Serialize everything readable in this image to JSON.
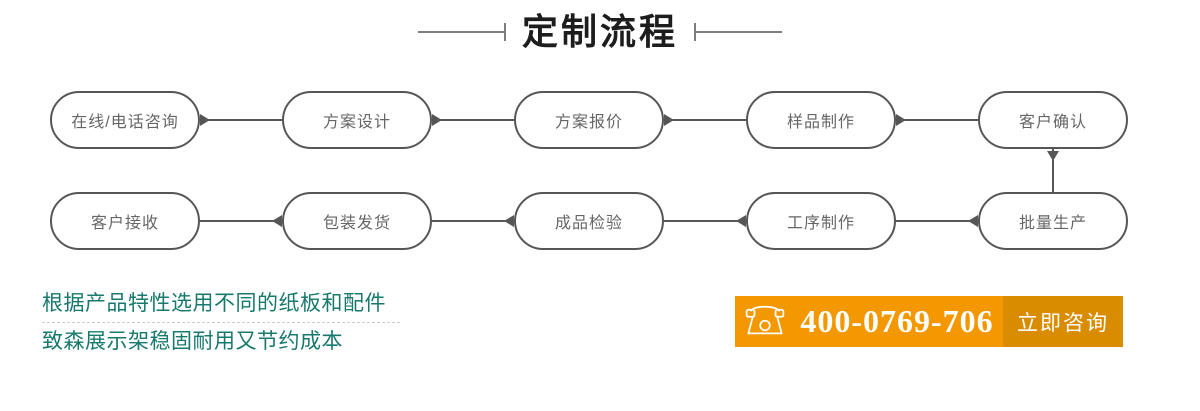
{
  "title": {
    "text": "定制流程"
  },
  "flow": {
    "row1": [
      {
        "label": "在线/电话咨询"
      },
      {
        "label": "方案设计"
      },
      {
        "label": "方案报价"
      },
      {
        "label": "样品制作"
      },
      {
        "label": "客户确认"
      }
    ],
    "row2": [
      {
        "label": "客户接收"
      },
      {
        "label": "包装发货"
      },
      {
        "label": "成品检验"
      },
      {
        "label": "工序制作"
      },
      {
        "label": "批量生产"
      }
    ],
    "direction_row1": "left-to-right",
    "direction_row2": "right-to-left"
  },
  "promo": {
    "line1": "根据产品特性选用不同的纸板和配件",
    "line2": "致森展示架稳固耐用又节约成本"
  },
  "contact": {
    "icon": "telephone-icon",
    "phone": "400-0769-706",
    "cta": "立即咨询"
  },
  "colors": {
    "flow_stroke": "#565656",
    "pill_text": "#666666",
    "title_text": "#1d1d1d",
    "promo_text": "#17796d",
    "banner_orange": "#f39800",
    "banner_orange_dark": "#d98c00",
    "banner_text": "#ffffff"
  }
}
